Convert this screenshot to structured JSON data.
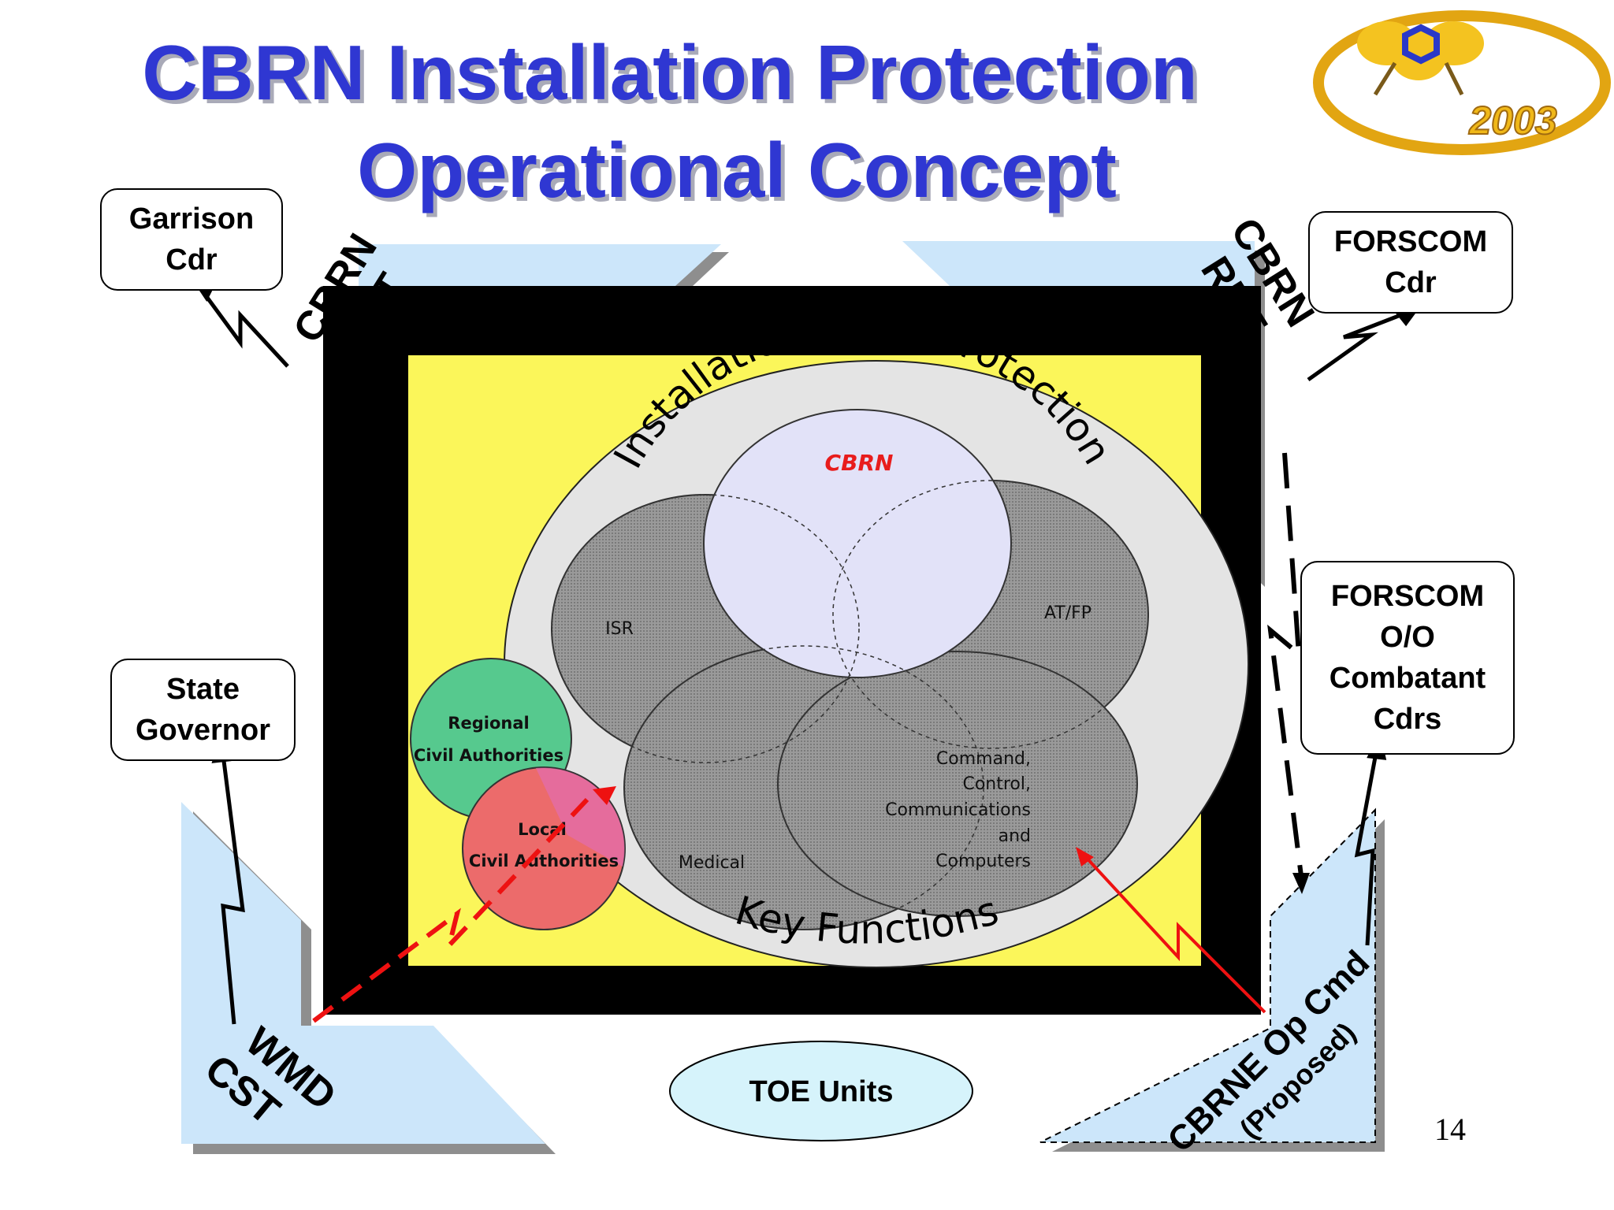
{
  "slide": {
    "title_line1": "CBRN Installation Protection",
    "title_line2": "Operational Concept",
    "page_number": "14"
  },
  "logo": {
    "year": "2003"
  },
  "boxes": {
    "garrison": [
      "Garrison",
      "Cdr"
    ],
    "forscom_cdr": [
      "FORSCOM",
      "Cdr"
    ],
    "state_governor": [
      "State",
      "Governor"
    ],
    "forscom_oo": [
      "FORSCOM",
      "O/O",
      "Combatant",
      "Cdrs"
    ]
  },
  "corner_labels": {
    "top_left": [
      "CBRN",
      "CST"
    ],
    "top_right": [
      "CBRN",
      "RRT"
    ],
    "bottom_left": [
      "WMD",
      "CST"
    ],
    "bottom_right": [
      "CBRNE Op Cmd",
      "(Proposed)"
    ]
  },
  "venn": {
    "outer_top": "Installation Force Protection",
    "outer_bottom": "Key Functions",
    "cbrn": "CBRN",
    "isr": "ISR",
    "atfp": "AT/FP",
    "medical": "Medical",
    "c4": [
      "Command,",
      "Control,",
      "Communications",
      "and",
      "Computers"
    ],
    "regional": [
      "Regional",
      "Civil Authorities"
    ],
    "local": [
      "Local",
      "Civil Authorities"
    ]
  },
  "toe_units": "TOE Units",
  "colors": {
    "title": "#2f37d2",
    "panel_blue": "#cce6fa",
    "yellow_field": "#fbf65a",
    "cbrn_circle": "#e2e2f8",
    "regional_circle": "#56c98e",
    "local_circle": "#ec6b6b",
    "overlap_pink": "#e36cb0",
    "toe_fill": "#d6f3fb",
    "arrow_red": "#ee1111"
  }
}
